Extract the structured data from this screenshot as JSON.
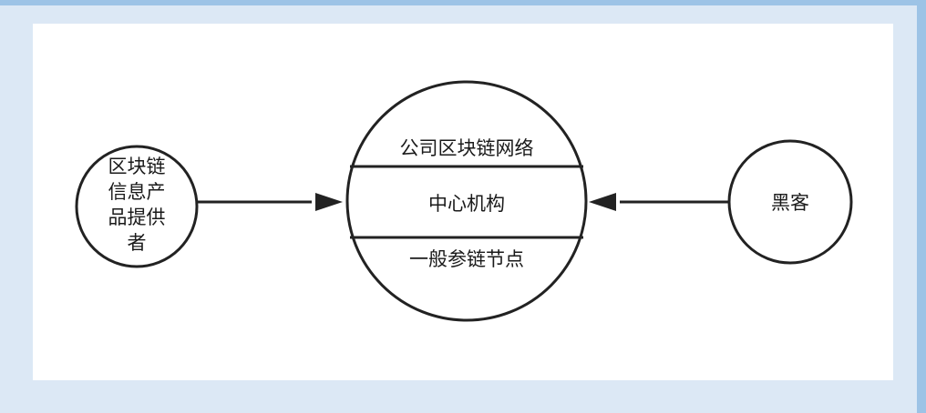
{
  "diagram": {
    "left_node": {
      "lines": [
        "区块链",
        "信息产",
        "品提供",
        "者"
      ]
    },
    "center_node": {
      "top_label": "公司区块链网络",
      "middle_label": "中心机构",
      "bottom_label": "一般参链节点"
    },
    "right_node": {
      "label": "黑客"
    }
  }
}
